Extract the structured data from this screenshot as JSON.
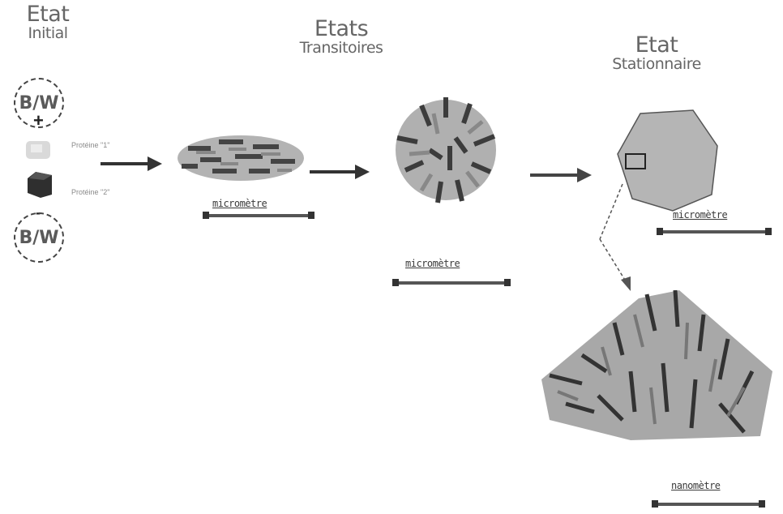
{
  "stages": {
    "initial": {
      "line1": "Etat",
      "line2": "Initial"
    },
    "transitory": {
      "line1": "Etats",
      "line2": "Transitoires"
    },
    "stationary": {
      "line1": "Etat",
      "line2": "Stationnaire"
    }
  },
  "species": {
    "top_circle": "B/W",
    "top_sign": "+",
    "bottom_circle": "B/W",
    "bottom_sign": "-",
    "label_1": "Protéine \"1\"",
    "label_2": "Protéine \"2\""
  },
  "scale_labels": {
    "transitory_1": "micromètre",
    "transitory_2": "micromètre",
    "stationary": "micromètre",
    "zoom": "nanomètre"
  },
  "icons": [
    "arrow-right-icon",
    "dashed-arrow-icon"
  ],
  "colors": {
    "aggregate_light": "#b8b8b8",
    "aggregate_dark": "#3c3c3c",
    "arrow": "#333333"
  }
}
